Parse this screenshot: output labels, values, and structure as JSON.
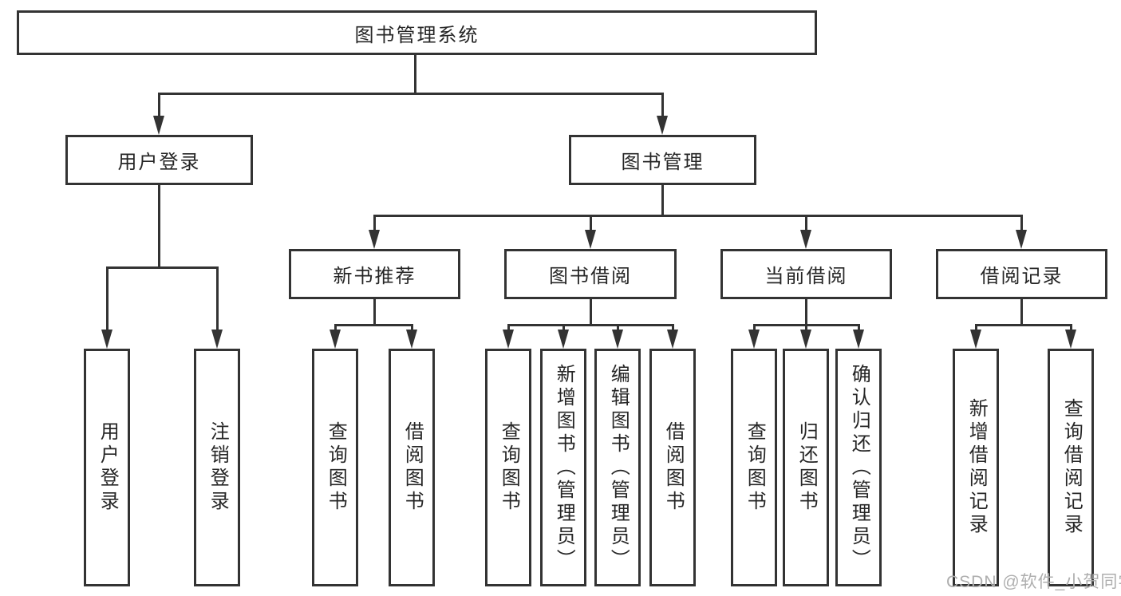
{
  "diagram": {
    "root": {
      "label": "图书管理系统"
    },
    "branches": [
      {
        "label": "用户登录",
        "children": [
          {
            "label": "用户登录"
          },
          {
            "label": "注销登录"
          }
        ]
      },
      {
        "label": "图书管理",
        "children": [
          {
            "label": "新书推荐",
            "children": [
              {
                "label": "查询图书"
              },
              {
                "label": "借阅图书"
              }
            ]
          },
          {
            "label": "图书借阅",
            "children": [
              {
                "label": "查询图书"
              },
              {
                "label": "新增图书（管理员）"
              },
              {
                "label": "编辑图书（管理员）"
              },
              {
                "label": "借阅图书"
              }
            ]
          },
          {
            "label": "当前借阅",
            "children": [
              {
                "label": "查询图书"
              },
              {
                "label": "归还图书"
              },
              {
                "label": "确认归还（管理员）"
              }
            ]
          },
          {
            "label": "借阅记录",
            "children": [
              {
                "label": "新增借阅记录"
              },
              {
                "label": "查询借阅记录"
              }
            ]
          }
        ]
      }
    ]
  },
  "watermark": {
    "text": "CSDN @软件_小贺同学",
    "color": "#aeaeae"
  },
  "colors": {
    "line": "#333333",
    "box_border": "#333333",
    "box_fill": "#ffffff",
    "text": "#262626",
    "background": "#ffffff"
  },
  "icons": {
    "arrowhead": "solid-triangle-down"
  }
}
